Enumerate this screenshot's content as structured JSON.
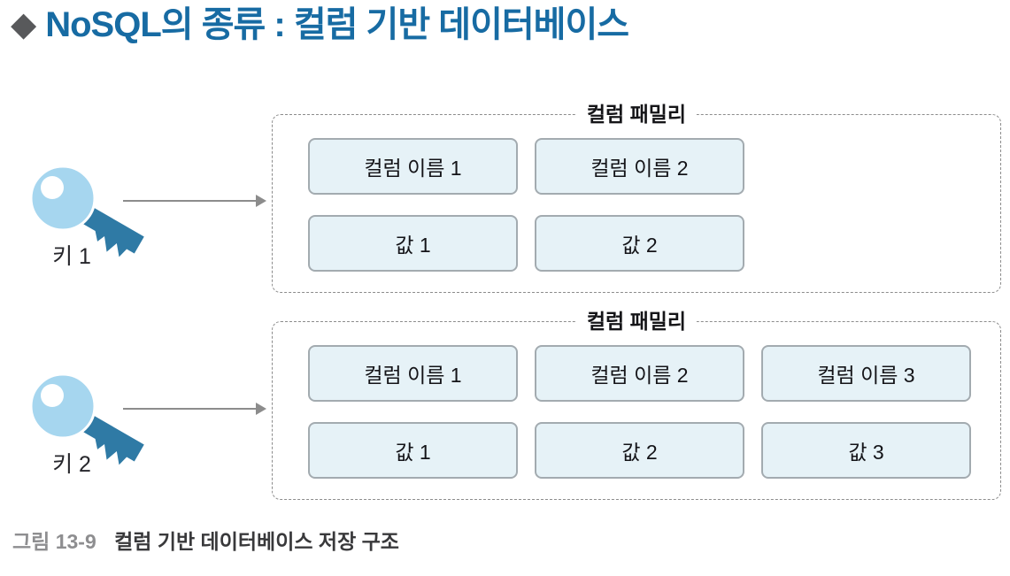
{
  "title": {
    "bullet": "◆",
    "text": "NoSQL의 종류 : 컬럼 기반 데이터베이스"
  },
  "keys": [
    {
      "label": "키 1"
    },
    {
      "label": "키 2"
    }
  ],
  "families": [
    {
      "label": "컬럼 패밀리",
      "columns": [
        "컬럼 이름 1",
        "컬럼 이름 2"
      ],
      "values": [
        "값 1",
        "값 2"
      ]
    },
    {
      "label": "컬럼 패밀리",
      "columns": [
        "컬럼 이름 1",
        "컬럼 이름 2",
        "컬럼 이름 3"
      ],
      "values": [
        "값 1",
        "값 2",
        "값 3"
      ]
    }
  ],
  "caption": {
    "figure_label": "그림 13-9",
    "text": "컬럼 기반 데이터베이스 저장 구조"
  },
  "colors": {
    "title_text": "#176ba3",
    "title_bullet": "#58595b",
    "key_head": "#a6d6ef",
    "key_blade": "#2f7aa5",
    "cell_fill": "#e6f2f7",
    "cell_border": "#a3abb0",
    "family_border": "#8c8c8c",
    "arrow": "#8c8c8c",
    "caption_label": "#8e8e90",
    "caption_text": "#39393b"
  }
}
